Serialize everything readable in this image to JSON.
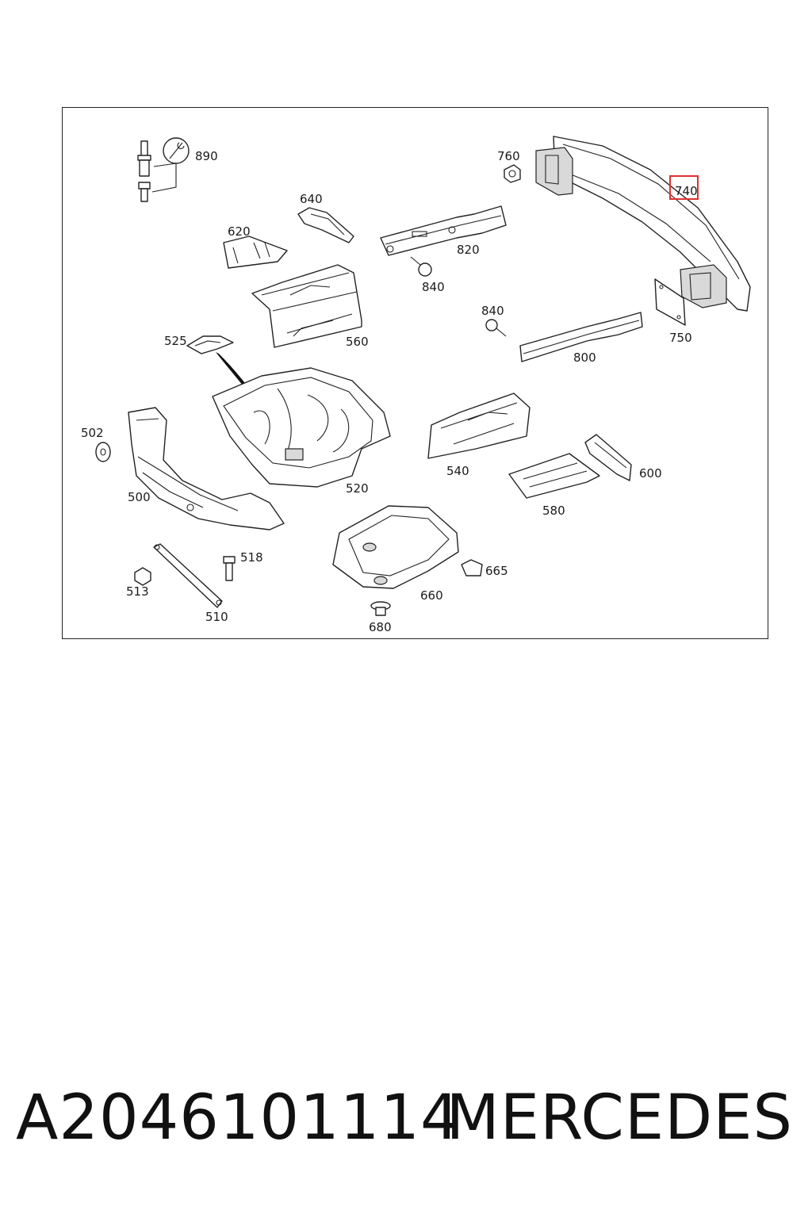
{
  "diagram": {
    "highlighted_label": "740",
    "labels": {
      "p890": "890",
      "p760": "760",
      "p740": "740",
      "p640": "640",
      "p620": "620",
      "p820": "820",
      "p840a": "840",
      "p840b": "840",
      "p560": "560",
      "p525": "525",
      "p750": "750",
      "p800": "800",
      "p502": "502",
      "p520": "520",
      "p540": "540",
      "p600": "600",
      "p500": "500",
      "p580": "580",
      "p518": "518",
      "p665": "665",
      "p513": "513",
      "p660": "660",
      "p510": "510",
      "p680": "680"
    }
  },
  "footer": {
    "part_number": "A2046101114",
    "brand": "MERCEDES"
  },
  "colors": {
    "highlight": "#e03030",
    "line": "#222222"
  }
}
